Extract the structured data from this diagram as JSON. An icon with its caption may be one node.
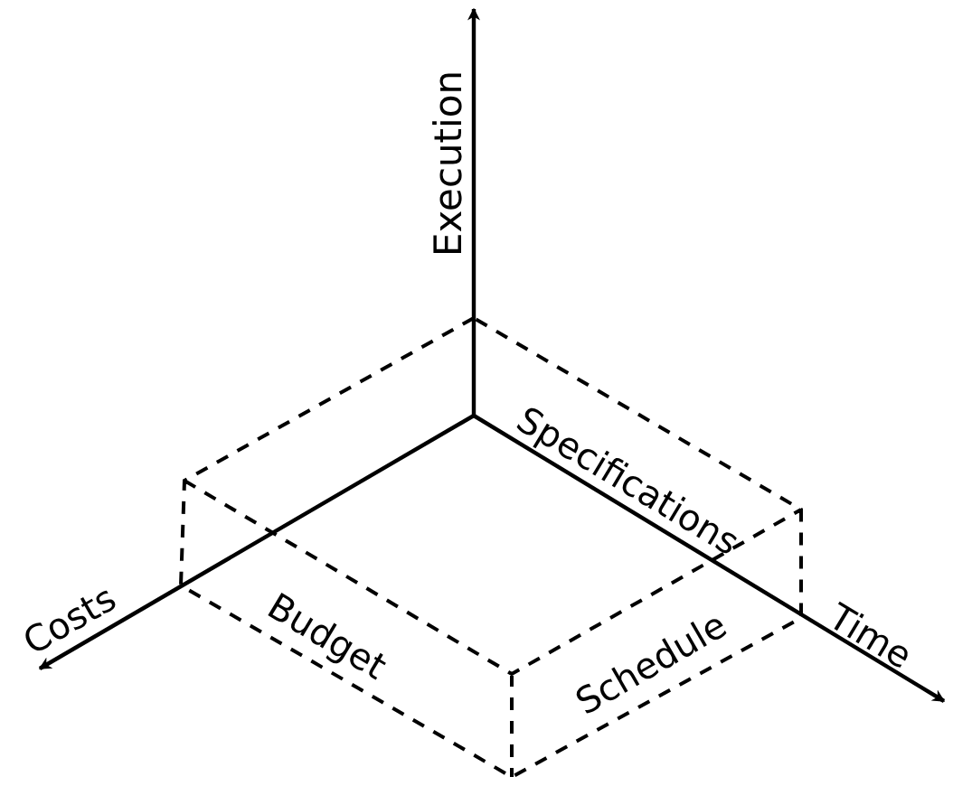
{
  "diagram": {
    "labels": [
      "Execution",
      "Specifications",
      "Costs",
      "Budget",
      "Schedule",
      "Time"
    ]
  }
}
